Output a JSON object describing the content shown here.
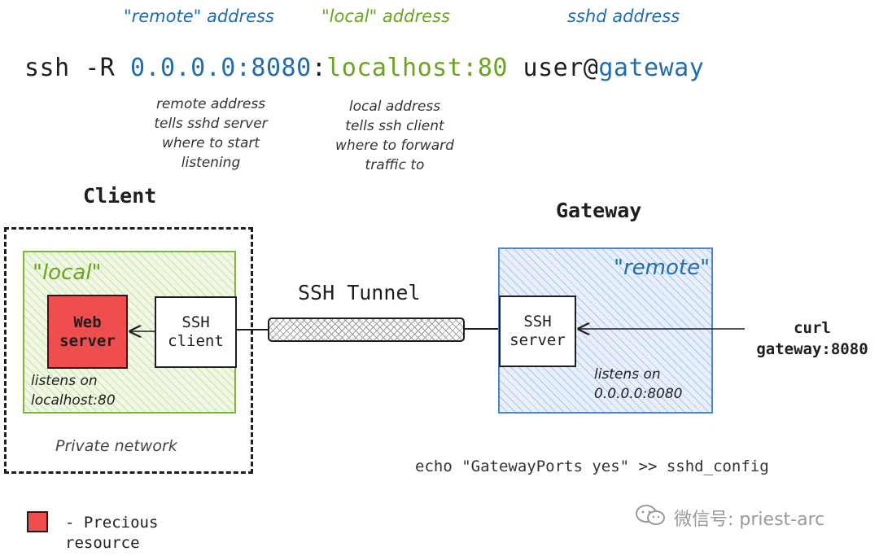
{
  "headers": {
    "remote": "\"remote\" address",
    "local": "\"local\" address",
    "sshd": "sshd address"
  },
  "command": {
    "prefix": "ssh -R ",
    "remote_addr": "0.0.0.0:8080",
    "sep": ":",
    "local_addr": "localhost:80",
    "user": " user@",
    "host": "gateway"
  },
  "notes": {
    "remote": "remote address\ntells sshd server\nwhere to start\nlistening",
    "local": "local address\ntells ssh client\nwhere to forward\ntraffic to"
  },
  "client": {
    "title": "Client",
    "zone_label": "\"local\"",
    "web_server": "Web\nserver",
    "ssh_client": "SSH\nclient",
    "listens": "listens on\nlocalhost:80",
    "network": "Private network"
  },
  "tunnel": {
    "label": "SSH Tunnel"
  },
  "gateway": {
    "title": "Gateway",
    "zone_label": "\"remote\"",
    "ssh_server": "SSH\nserver",
    "listens": "listens on\n0.0.0.0:8080",
    "curl": "curl\ngateway:8080",
    "echo": "echo \"GatewayPorts yes\" >> sshd_config"
  },
  "legend": {
    "text": "- Precious\n  resource"
  },
  "watermark": {
    "text": "微信号: priest-arc",
    "icon": "wechat-icon"
  },
  "colors": {
    "remote": "#1f6cb0",
    "local": "#6aa31f",
    "precious": "#f04e4e"
  }
}
